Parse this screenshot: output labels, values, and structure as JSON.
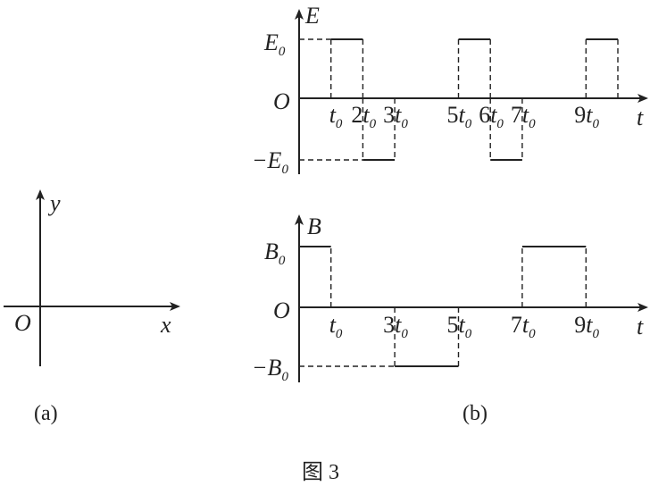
{
  "panel_a": {
    "axis_y": "y",
    "axis_x": "x",
    "origin": "O",
    "caption": "(a)"
  },
  "panel_b": {
    "caption": "(b)",
    "e_graph": {
      "axis_y": "E",
      "axis_t": "t",
      "origin": "O",
      "pos_level": "E",
      "pos_sub": "0",
      "neg_level": "−E",
      "neg_sub": "0",
      "ticks": [
        {
          "coef": "",
          "var": "t",
          "sub": "0"
        },
        {
          "coef": "2",
          "var": "t",
          "sub": "0"
        },
        {
          "coef": "3",
          "var": "t",
          "sub": "0"
        },
        {
          "coef": "5",
          "var": "t",
          "sub": "0"
        },
        {
          "coef": "6",
          "var": "t",
          "sub": "0"
        },
        {
          "coef": "7",
          "var": "t",
          "sub": "0"
        },
        {
          "coef": "9",
          "var": "t",
          "sub": "0"
        }
      ],
      "waveform": [
        {
          "t_from": 1,
          "t_to": 2,
          "level": 1
        },
        {
          "t_from": 2,
          "t_to": 3,
          "level": -1
        },
        {
          "t_from": 5,
          "t_to": 6,
          "level": 1
        },
        {
          "t_from": 6,
          "t_to": 7,
          "level": -1
        },
        {
          "t_from": 9,
          "t_to": 10,
          "level": 1
        }
      ]
    },
    "b_graph": {
      "axis_y": "B",
      "axis_t": "t",
      "origin": "O",
      "pos_level": "B",
      "pos_sub": "0",
      "neg_level": "−B",
      "neg_sub": "0",
      "ticks": [
        {
          "coef": "",
          "var": "t",
          "sub": "0"
        },
        {
          "coef": "3",
          "var": "t",
          "sub": "0"
        },
        {
          "coef": "5",
          "var": "t",
          "sub": "0"
        },
        {
          "coef": "7",
          "var": "t",
          "sub": "0"
        },
        {
          "coef": "9",
          "var": "t",
          "sub": "0"
        }
      ],
      "waveform": [
        {
          "t_from": 0,
          "t_to": 1,
          "level": 1
        },
        {
          "t_from": 3,
          "t_to": 5,
          "level": -1
        },
        {
          "t_from": 7,
          "t_to": 9,
          "level": 1
        }
      ]
    }
  },
  "figure_caption": "图 3"
}
